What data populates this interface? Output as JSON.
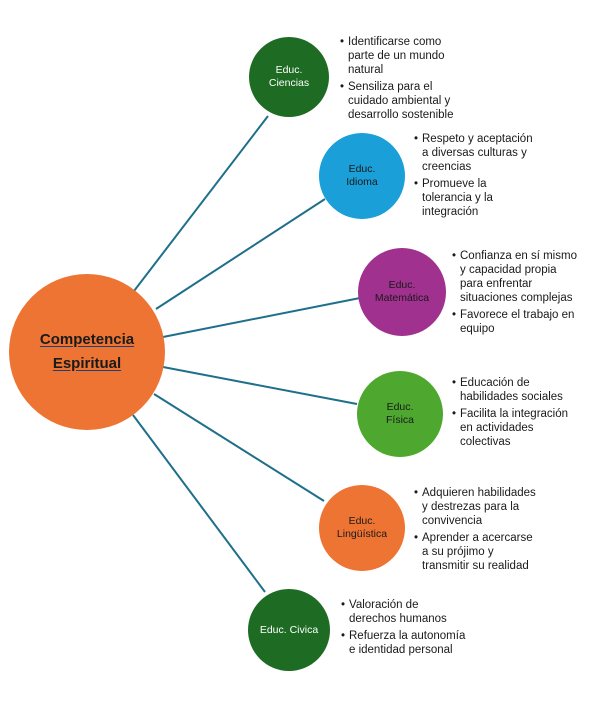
{
  "colors": {
    "connector": "#1f6f8b",
    "center": "#ed7433",
    "ciencias": "#1e6b23",
    "idioma": "#1a9fd8",
    "matematica": "#a0318f",
    "fisica": "#4ea72e",
    "linguistica": "#ed7433",
    "civica": "#1e6b23"
  },
  "center": {
    "title": "Competencia\nEspiritual"
  },
  "branches": [
    {
      "id": "ciencias",
      "label": "Educ.\nCiencias",
      "bullets": [
        "Identificarse como\nparte de un mundo\nnatural",
        "Sensiliza para el\ncuidado ambiental y\ndesarrollo sostenible"
      ]
    },
    {
      "id": "idioma",
      "label": "Educ.\nIdioma",
      "bullets": [
        "Respeto y aceptación\na diversas culturas y\ncreencias",
        "Promueve la\ntolerancia y la\nintegración"
      ]
    },
    {
      "id": "matematica",
      "label": "Educ.\nMatemática",
      "bullets": [
        "Confianza en sí mismo\ny capacidad propia\npara enfrentar\nsituaciones complejas",
        "Favorece el trabajo en\nequipo"
      ]
    },
    {
      "id": "fisica",
      "label": "Educ.\nFísica",
      "bullets": [
        "Educación de\nhabilidades sociales",
        "Facilita la integración\nen actividades\ncolectivas"
      ]
    },
    {
      "id": "linguistica",
      "label": "Educ.\nLingüística",
      "bullets": [
        "Adquieren habilidades\ny destrezas para la\nconvivencia",
        "Aprender a acercarse\na su prójimo y\ntransmitir su realidad"
      ]
    },
    {
      "id": "civica",
      "label": "Educ. Civica",
      "bullets": [
        "Valoración de\nderechos humanos",
        "Refuerza la autonomía\n e  identidad personal"
      ]
    }
  ]
}
